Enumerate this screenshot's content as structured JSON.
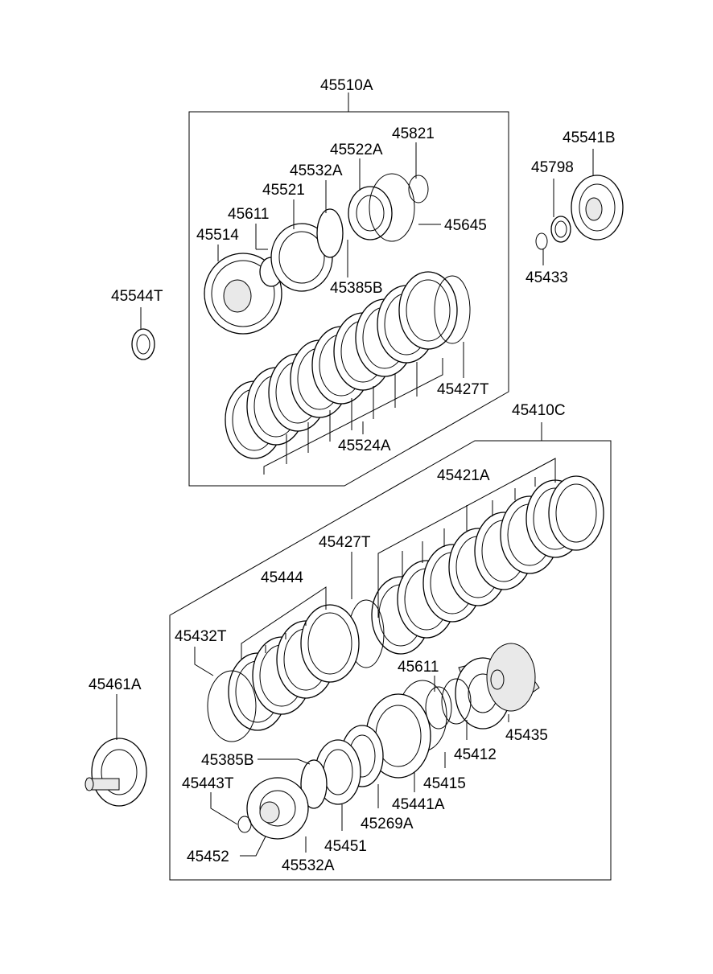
{
  "colors": {
    "line": "#000000",
    "background": "#ffffff"
  },
  "groups": [
    {
      "id": "upper-assembly",
      "label": "45510A"
    },
    {
      "id": "lower-assembly",
      "label": "45410C"
    }
  ],
  "labels": [
    "45510A",
    "45821",
    "45522A",
    "45532A",
    "45521",
    "45611",
    "45514",
    "45645",
    "45385B",
    "45427T",
    "45524A",
    "45544T",
    "45541B",
    "45798",
    "45433",
    "45410C",
    "45421A",
    "45427T",
    "45444",
    "45432T",
    "45461A",
    "45611",
    "45412",
    "45435",
    "45415",
    "45441A",
    "45269A",
    "45385B",
    "45443T",
    "45451",
    "45452",
    "45532A"
  ]
}
